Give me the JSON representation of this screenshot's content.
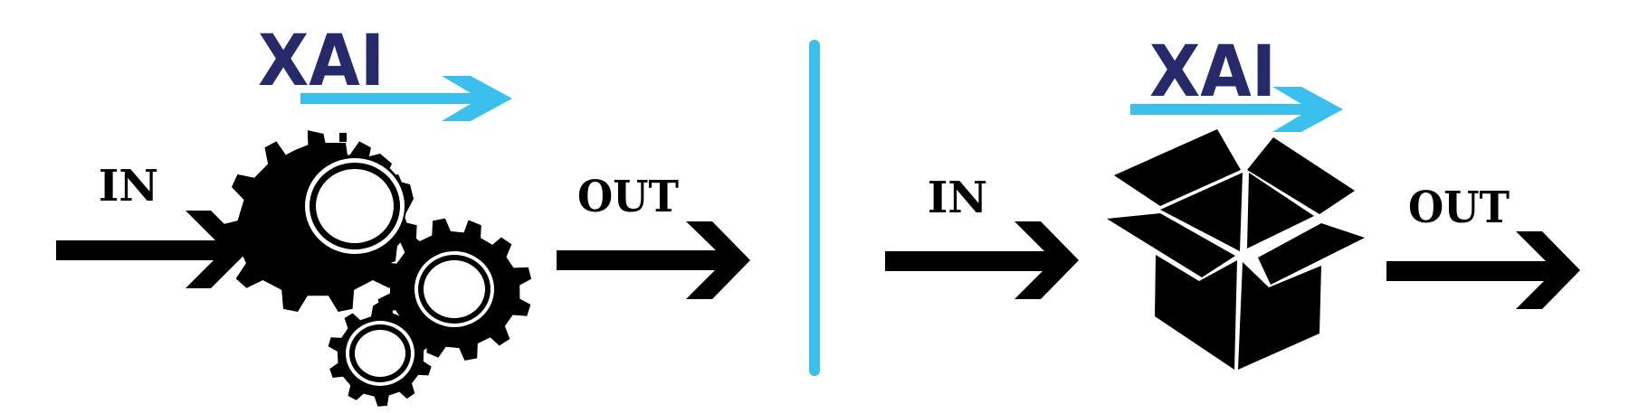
{
  "left_panel": {
    "xai_label": "XAI",
    "in_label": "IN",
    "out_label": "OUT",
    "process_icon": "gears-icon"
  },
  "right_panel": {
    "xai_label": "XAI",
    "in_label": "IN",
    "out_label": "OUT",
    "process_icon": "open-box-icon"
  },
  "colors": {
    "xai_text": "#262a6b",
    "accent": "#3bbfed",
    "ink": "#000000",
    "background": "#ffffff"
  }
}
